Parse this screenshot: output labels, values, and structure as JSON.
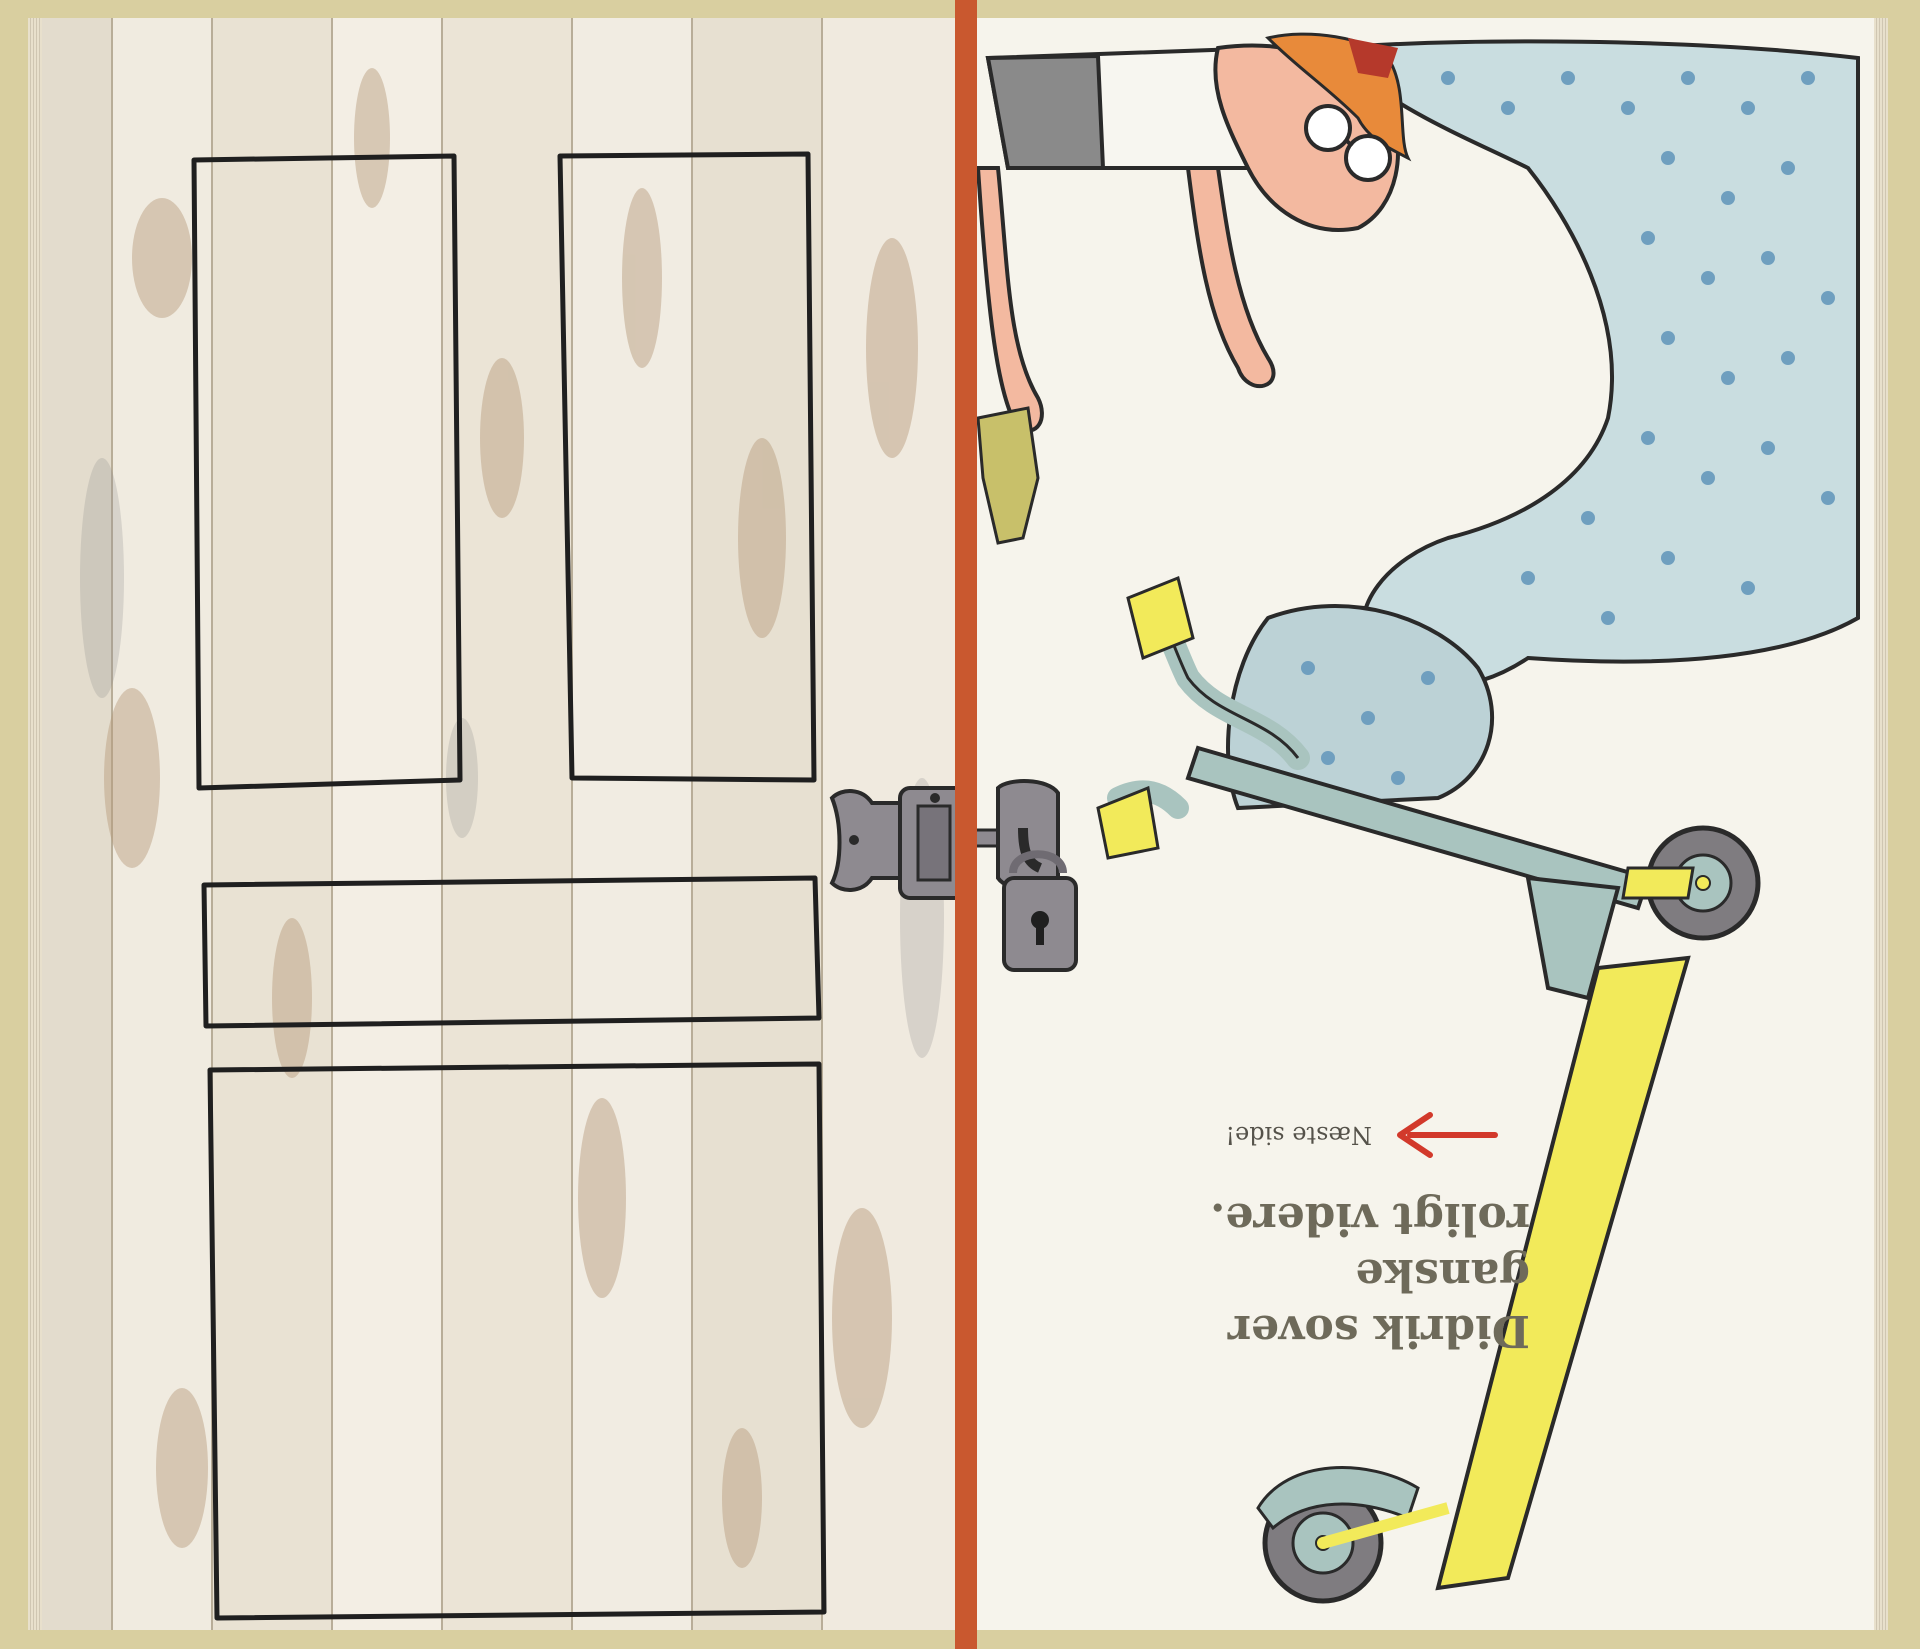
{
  "caption": {
    "line1": "Didrik sover ganske",
    "line2": "roligt videre."
  },
  "next_page": {
    "label": "Næste side!",
    "arrow_icon": "red-arrow-icon",
    "arrow_color": "#d2392b"
  },
  "colors": {
    "scooter": "#f2ea5a",
    "scooter_frame": "#a9c4bf",
    "blanket": "#c9dde0",
    "blanket_dots": "#6f9fbf",
    "wood": "#efe8dc"
  }
}
